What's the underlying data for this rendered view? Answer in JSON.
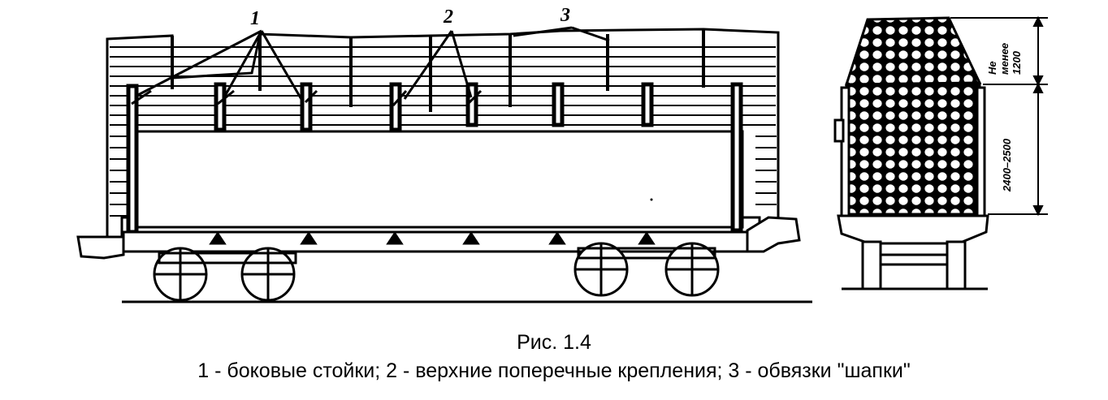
{
  "labels": {
    "stakes_num": "1",
    "crossties_num": "2",
    "cap_ties_num": "3"
  },
  "dimensions": {
    "cap_height": "Не менее 1200",
    "cap_height_line1": "Не",
    "cap_height_line2": "менее",
    "cap_height_line3": "1200",
    "body_height": "2400–2500"
  },
  "caption": {
    "title": "Рис. 1.4",
    "legend": "1 - боковые стойки; 2 - верхние поперечные крепления; 3 - обвязки \"шапки\""
  }
}
